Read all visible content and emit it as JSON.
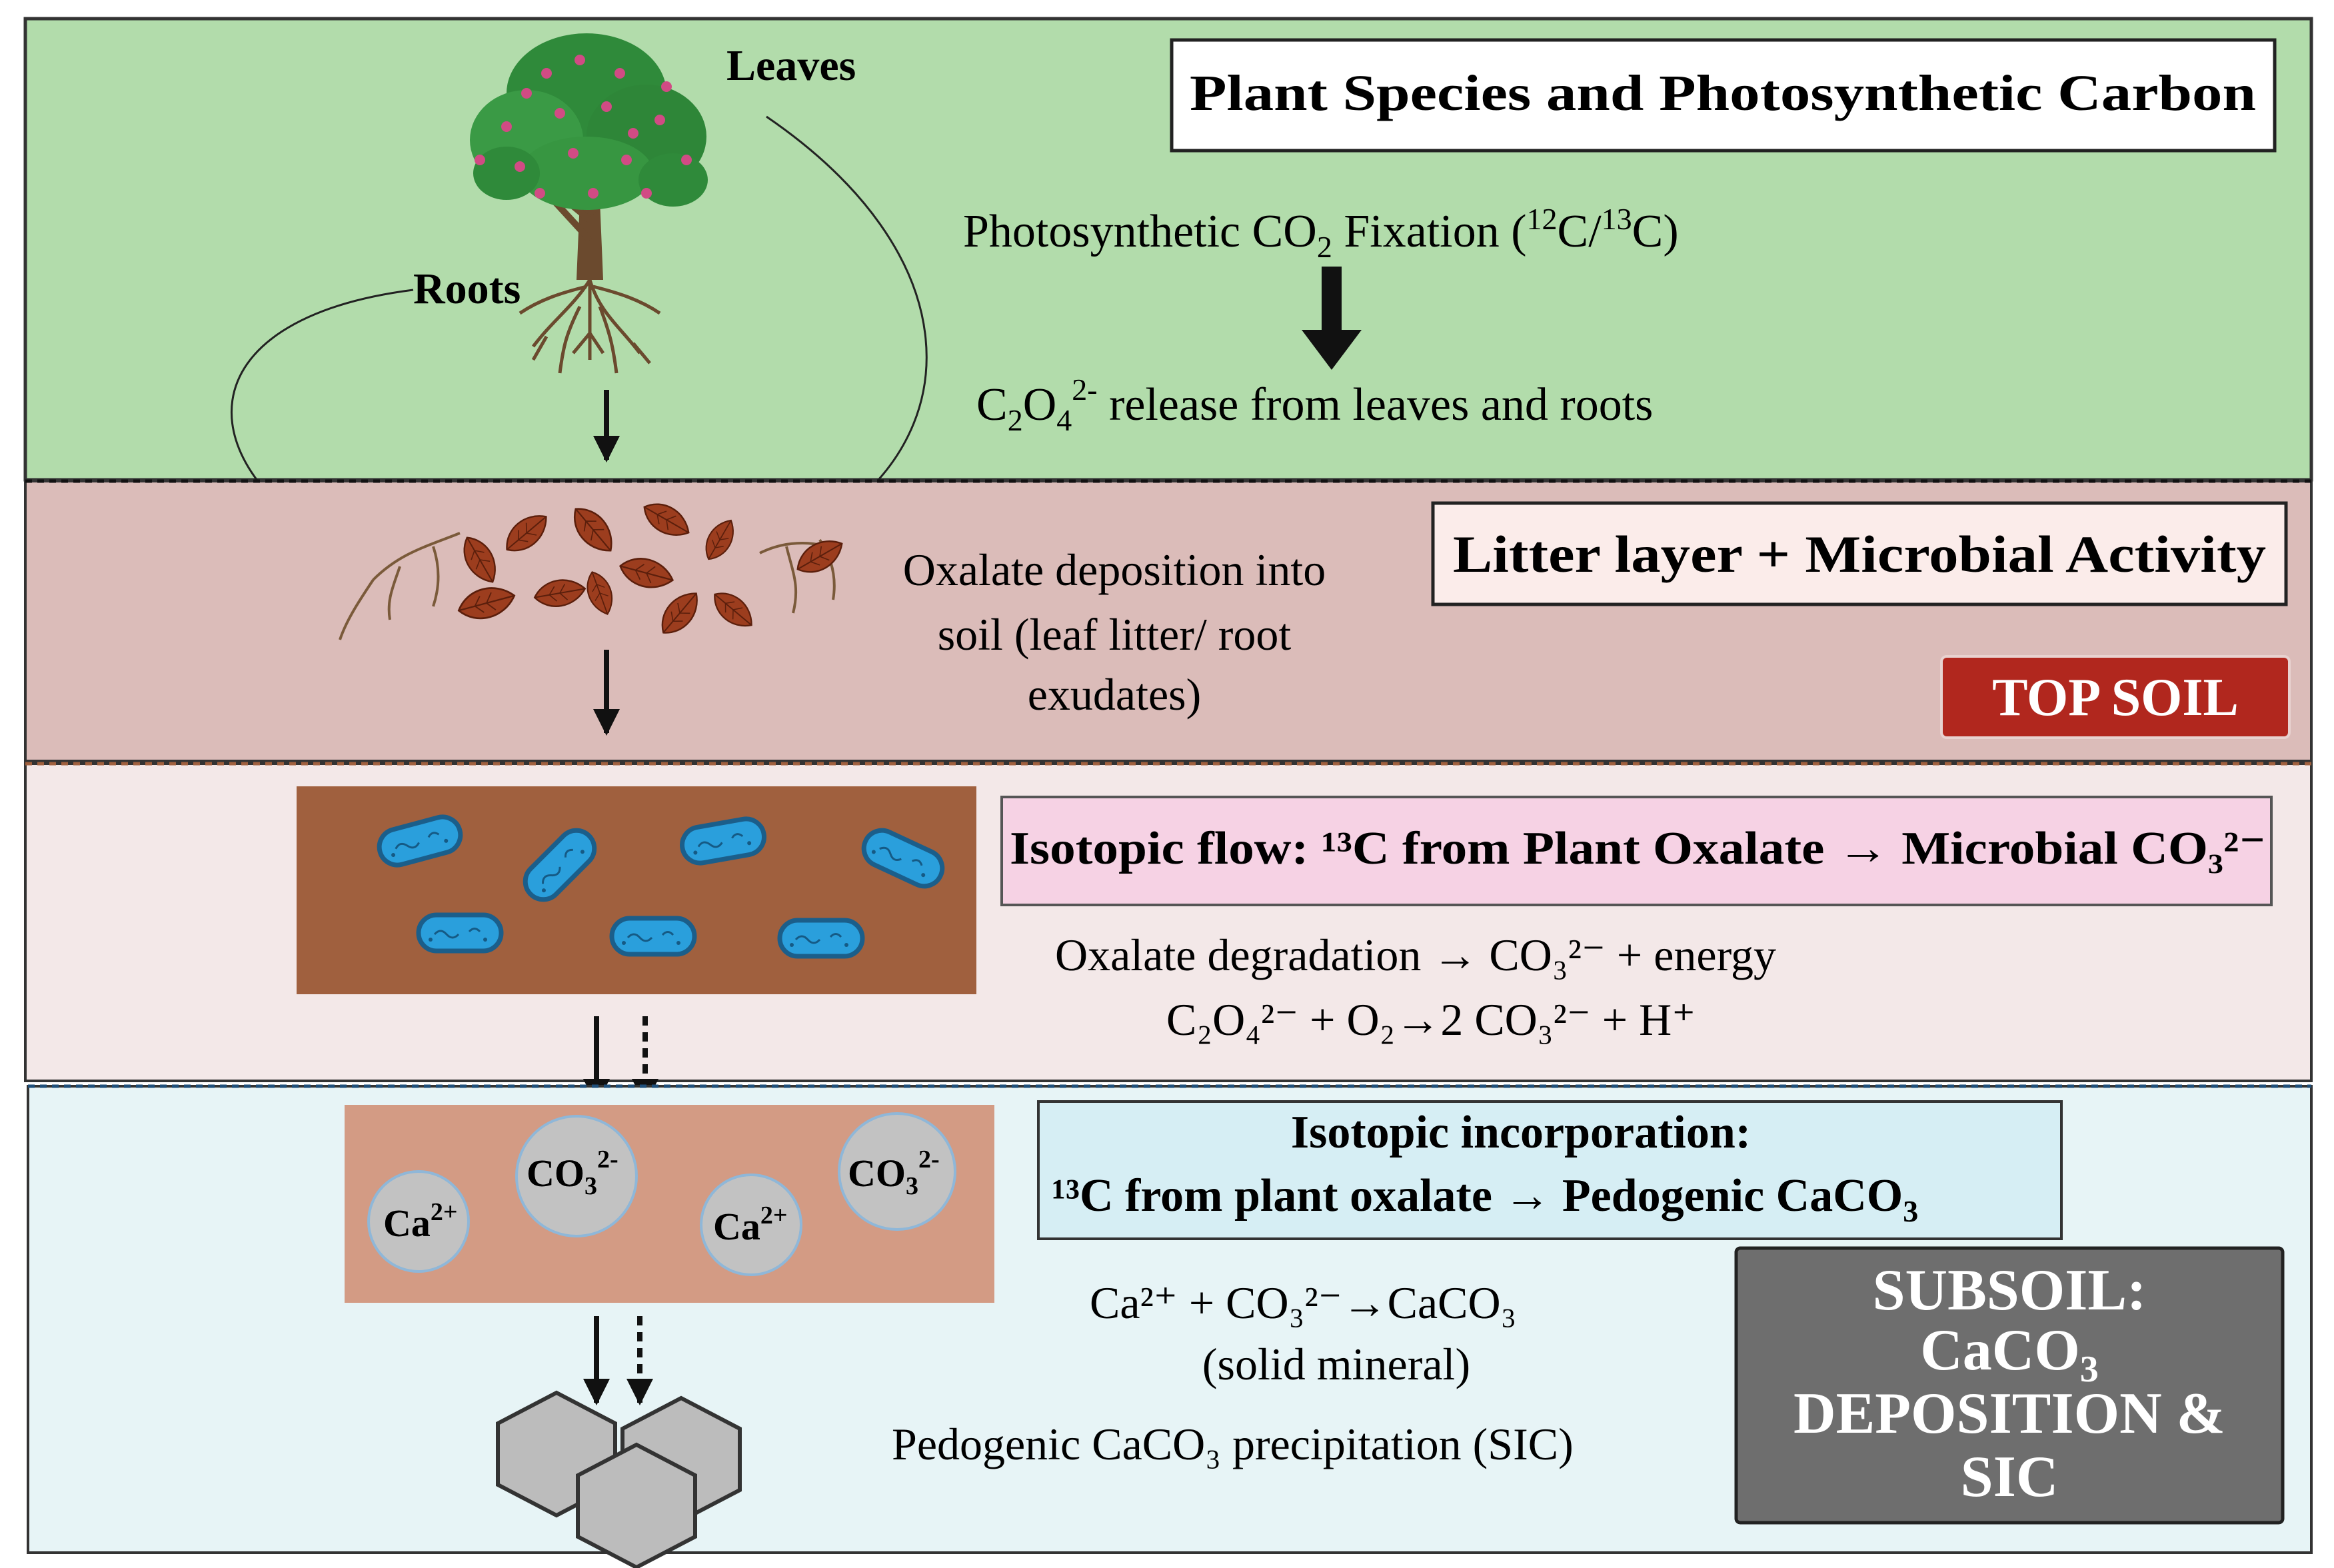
{
  "colors": {
    "band_plant": "#b2dcab",
    "band_litter": "#dbbcb9",
    "band_microbe": "#f3e8e8",
    "band_subsoil": "#e7f4f6",
    "soil_brown": "#a0603e",
    "soil_salmon": "#d39b84",
    "bacteria_blue": "#2a9fdc",
    "leaf_brown": "#9c3d1e",
    "topsoil_red": "#b1271e",
    "subsoil_gray": "#6e6e6e",
    "ion_gray": "#c2c2c2",
    "crystal_gray": "#bcbcbc"
  },
  "band1": {
    "title": "Plant Species and Photosynthetic Carbon",
    "label_leaves": "Leaves",
    "label_roots": "Roots",
    "fixation": {
      "prefix": "Photosynthetic CO",
      "sub": "2",
      "mid": " Fixation (",
      "sup12": "12",
      "c_slash": "C/",
      "sup13": "13",
      "suffix": "C)"
    },
    "release": {
      "c": "C",
      "sub2": "2",
      "o": "O",
      "sub4": "4",
      "sup": "2-",
      "text": " release from leaves and roots"
    }
  },
  "band2": {
    "title": "Litter layer + Microbial Activity",
    "desc_lines": [
      "Oxalate deposition into",
      "soil (leaf litter/ root",
      "exudates)"
    ],
    "badge": "TOP SOIL"
  },
  "band3": {
    "title": "Isotopic flow: ¹³C from Plant Oxalate → Microbial CO₃²⁻",
    "eq1": "Oxalate degradation → CO₃²⁻ + energy",
    "eq2": "C₂O₄²⁻ + O₂→2 CO₃²⁻ + H⁺"
  },
  "band4": {
    "title_line1": "Isotopic incorporation:",
    "title_line2": {
      "text": "¹³C from plant oxalate → Pedogenic CaCO",
      "sub": "3"
    },
    "ions": [
      {
        "base": "Ca",
        "charge": "2+"
      },
      {
        "base": "CO",
        "sub": "3",
        "charge": "2-"
      },
      {
        "base": "Ca",
        "charge": "2+"
      },
      {
        "base": "CO",
        "sub": "3",
        "charge": "2-"
      }
    ],
    "eq": "Ca²⁺ + CO₃²⁻→CaCO₃",
    "eq_note": "(solid mineral)",
    "precip": "Pedogenic CaCO₃ precipitation (SIC)",
    "badge_lines": [
      {
        "text": "SUBSOIL:"
      },
      {
        "text": "CaCO",
        "sub": "3"
      },
      {
        "text": "DEPOSITION &"
      },
      {
        "text": "SIC"
      }
    ]
  }
}
